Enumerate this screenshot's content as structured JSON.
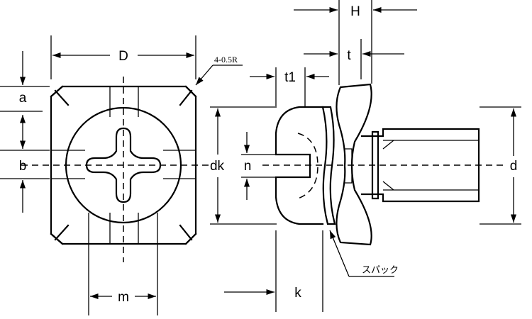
{
  "labels": {
    "D": "D",
    "a": "a",
    "b": "b",
    "m": "m",
    "dk": "dk",
    "n": "n",
    "k": "k",
    "t1": "t1",
    "H": "H",
    "t": "t",
    "d": "d",
    "radius_note": "4-0.5R",
    "part_note": "スパック"
  },
  "colors": {
    "line": "#000000",
    "background": "#ffffff"
  }
}
